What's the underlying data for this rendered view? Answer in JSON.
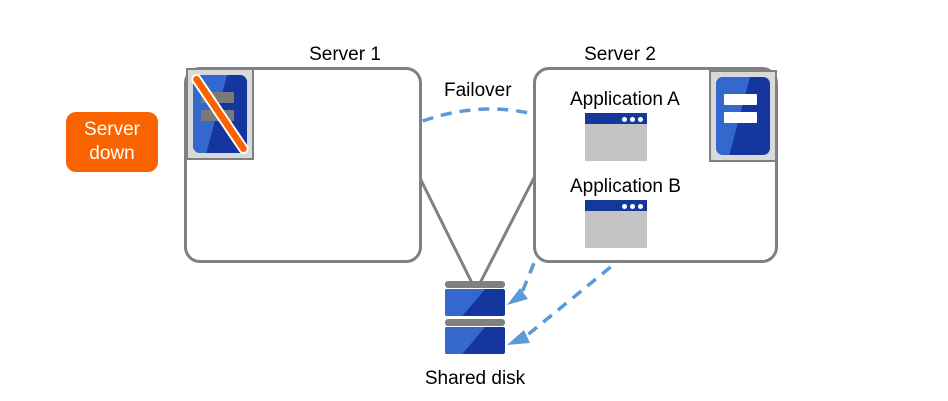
{
  "diagram": {
    "title_server1": "Server 1",
    "title_server2": "Server 2",
    "failover_label": "Failover",
    "shared_disk_label": "Shared disk",
    "server_down_line1": "Server",
    "server_down_line2": "down",
    "application_a_label": "Application  A",
    "application_b_label": "Application  B",
    "icons": {
      "server1": "server-down-icon",
      "server2": "server-ok-icon",
      "app_a": "application-window-icon",
      "app_b": "application-window-icon",
      "disk": "shared-disk-icon"
    },
    "colors": {
      "badge_orange": "#fa6400",
      "box_gray": "#808080",
      "server_blue_dark": "#15369e",
      "server_blue_light": "#3568cc",
      "arrow_blue": "#5b9bd5",
      "window_titlebar": "#14389c",
      "window_body": "#c4c4c4",
      "icon_frame": "#d9d9d9",
      "text_black": "#000000"
    },
    "connectors": [
      {
        "name": "failover-arrow",
        "from": "Server 1",
        "to": "Server 2",
        "style": "dashed-curve"
      },
      {
        "name": "server1-disk-link",
        "from": "Server 1",
        "to": "Shared disk",
        "style": "solid"
      },
      {
        "name": "server2-disk-link",
        "from": "Server 2",
        "to": "Shared disk",
        "style": "solid"
      },
      {
        "name": "app-a-disk-arrow",
        "from": "Application  A",
        "to": "Shared disk",
        "style": "dashed-arrow"
      },
      {
        "name": "app-b-disk-arrow",
        "from": "Application  B",
        "to": "Shared disk",
        "style": "dashed-arrow"
      }
    ]
  }
}
